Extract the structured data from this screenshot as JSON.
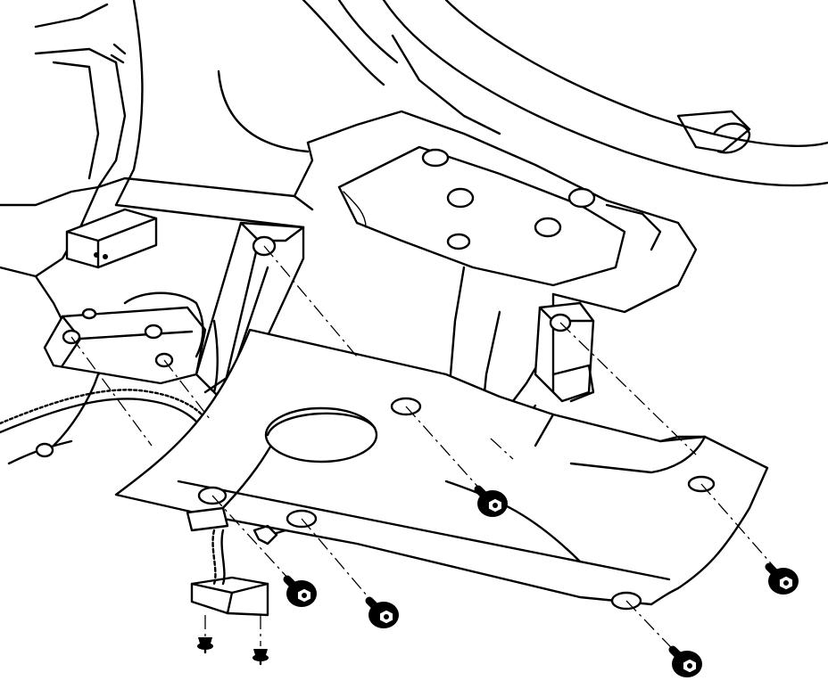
{
  "diagram": {
    "kind": "exploded-view line drawing",
    "colors": {
      "line": "#000000",
      "background": "#ffffff"
    },
    "parts": [
      "steering-wheel",
      "steering-column",
      "instrument-panel-left",
      "knee-bolster-panel",
      "bolster-bracket-left",
      "bolster-bracket-right",
      "wiring-harness",
      "electrical-connector",
      "hex-flange-bolt",
      "push-pin-retainer"
    ],
    "fastener_count": 5,
    "retainer_count": 2
  }
}
